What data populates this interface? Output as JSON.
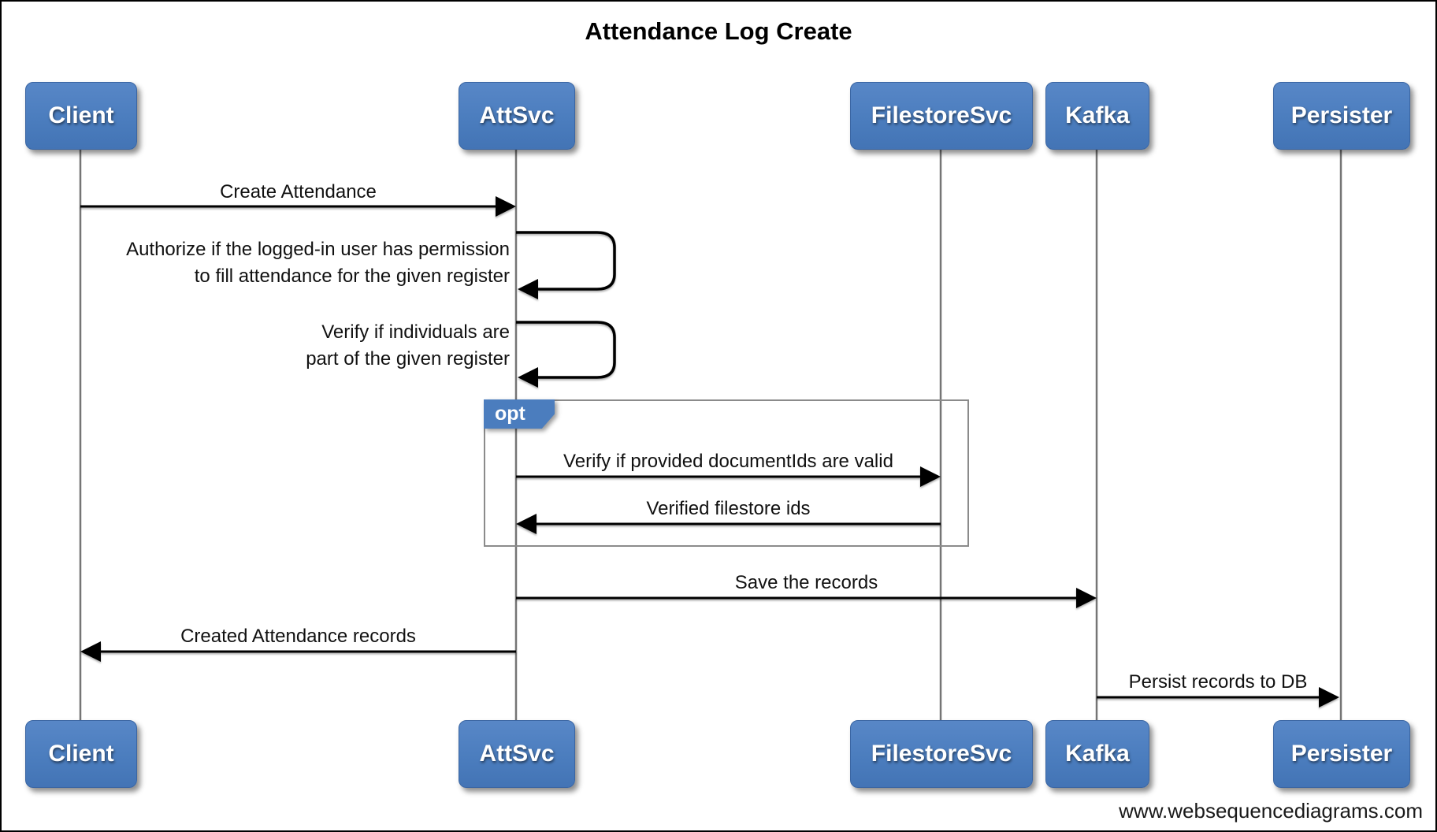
{
  "diagram": {
    "type": "sequence-diagram",
    "title": "Attendance Log Create",
    "footer": "www.websequencediagrams.com",
    "actors": [
      "Client",
      "AttSvc",
      "FilestoreSvc",
      "Kafka",
      "Persister"
    ],
    "fragment": {
      "type": "opt",
      "label": "opt"
    },
    "messages": [
      {
        "from": "Client",
        "to": "AttSvc",
        "label": "Create Attendance",
        "self": false
      },
      {
        "from": "AttSvc",
        "to": "AttSvc",
        "label": "Authorize if the logged-in user has permission to fill attendance for the given register",
        "self": true
      },
      {
        "from": "AttSvc",
        "to": "AttSvc",
        "label": "Verify if individuals are part of the given register",
        "self": true
      },
      {
        "from": "AttSvc",
        "to": "FilestoreSvc",
        "label": "Verify if provided documentIds are valid",
        "self": false,
        "fragment": "opt"
      },
      {
        "from": "FilestoreSvc",
        "to": "AttSvc",
        "label": "Verified filestore ids",
        "self": false,
        "fragment": "opt"
      },
      {
        "from": "AttSvc",
        "to": "Kafka",
        "label": "Save the records",
        "self": false
      },
      {
        "from": "AttSvc",
        "to": "Client",
        "label": "Created Attendance records",
        "self": false
      },
      {
        "from": "Kafka",
        "to": "Persister",
        "label": "Persist records to DB",
        "self": false
      }
    ],
    "colors": {
      "actor_fill": "#4b7dbe",
      "actor_text": "#ffffff",
      "lifeline": "#757575",
      "arrow": "#000000",
      "fragment_border": "#8b8b8b",
      "background": "#ffffff"
    }
  }
}
